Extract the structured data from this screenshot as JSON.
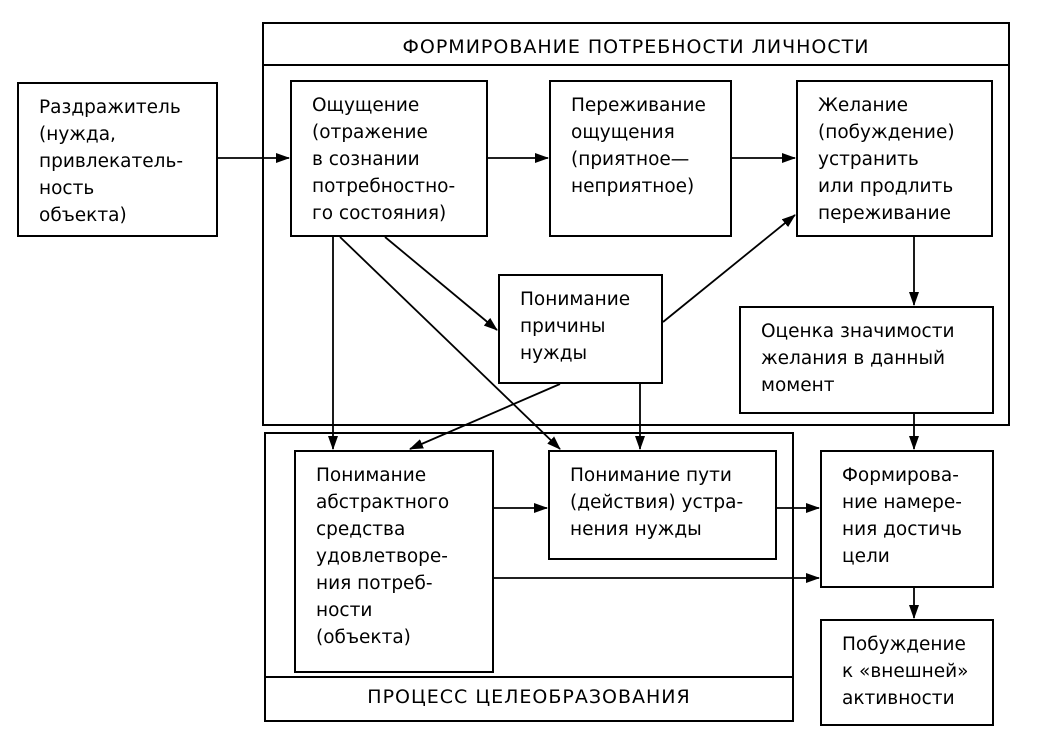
{
  "frames": {
    "need_formation": {
      "title": "ФОРМИРОВАНИЕ ПОТРЕБНОСТИ ЛИЧНОСТИ"
    },
    "goal_formation": {
      "title": "ПРОЦЕСС ЦЕЛЕОБРАЗОВАНИЯ"
    }
  },
  "nodes": {
    "stimulus": "Раздражитель\n(нужда,\nпривлекатель-\nность\nобъекта)",
    "sensation": "Ощущение\n(отражение\nв сознании\nпотребностно-\nго состояния)",
    "experience": "Переживание\nощущения\n(приятное—\nнеприятное)",
    "desire": "Желание\n(побуждение)\nустранить\nили продлить\nпереживание",
    "understanding_cause": "Понимание\nпричины\nнужды",
    "evaluation": "Оценка значимости\nжелания в данный\nмомент",
    "abstract_means": "Понимание\nабстрактного\nсредства\nудовлетворе-\nния потреб-\nности\n(объекта)",
    "path": "Понимание пути\n(действия) устра-\nнения нужды",
    "intention": "Формирова-\nние намере-\nния достичь\nцели",
    "external_activity": "Побуждение\nк «внешней»\nактивности"
  }
}
